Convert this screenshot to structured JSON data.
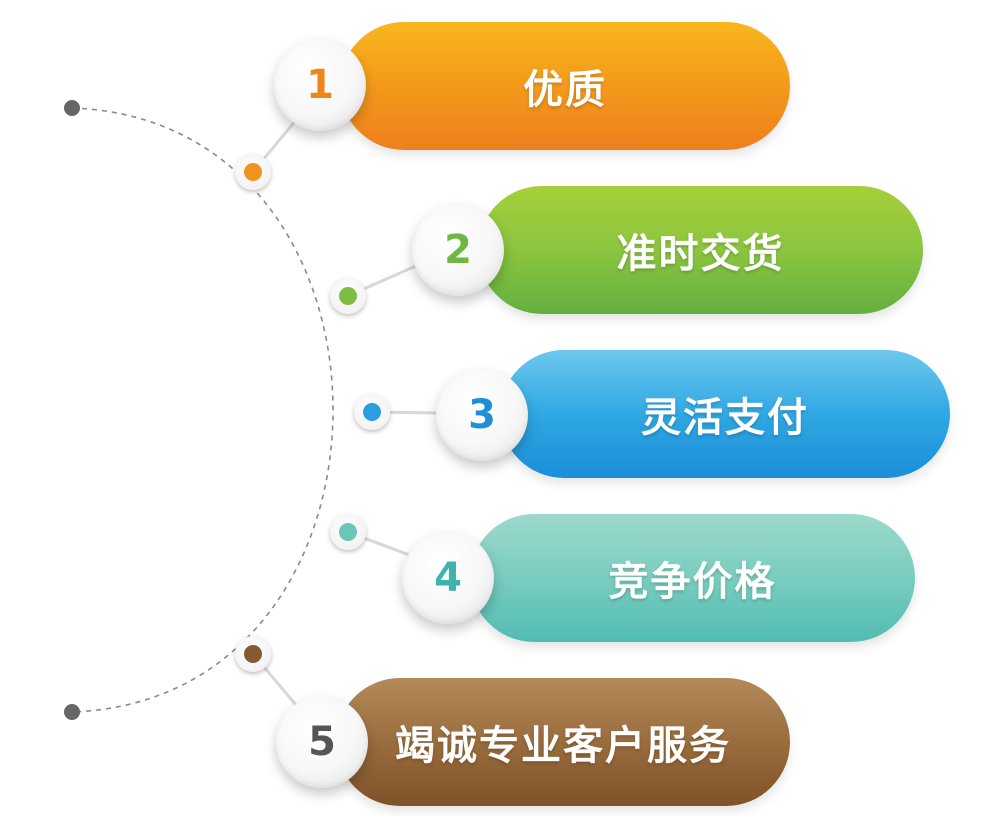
{
  "items": [
    {
      "number": "1",
      "label": "优质",
      "color": "#f1921c"
    },
    {
      "number": "2",
      "label": "准时交货",
      "color": "#7fbd42"
    },
    {
      "number": "3",
      "label": "灵活支付",
      "color": "#2c9ee0"
    },
    {
      "number": "4",
      "label": "竞争价格",
      "color": "#6cc5b9"
    },
    {
      "number": "5",
      "label": "竭诚专业客户服务",
      "color": "#835a31"
    }
  ]
}
